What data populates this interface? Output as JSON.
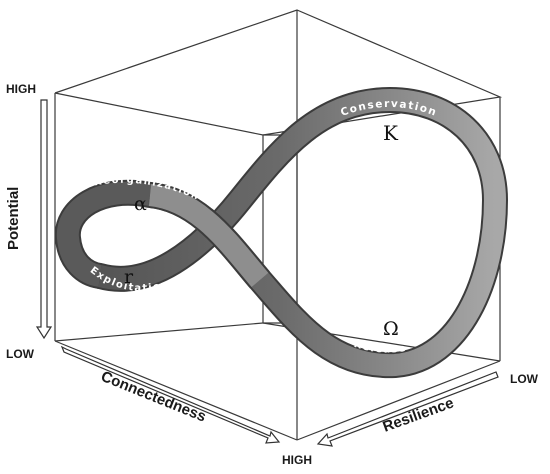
{
  "axes": {
    "potential": {
      "title": "Potential",
      "high": "HIGH",
      "low": "LOW"
    },
    "connectedness": {
      "title": "Connectedness",
      "high": "HIGH"
    },
    "resilience": {
      "title": "Resilience",
      "low": "LOW"
    }
  },
  "phases": {
    "conservation": {
      "label": "Conservation",
      "symbol": "K"
    },
    "release": {
      "label": "Release",
      "symbol": "Ω"
    },
    "reorganization": {
      "label": "Reorganization",
      "symbol": "α"
    },
    "exploitation": {
      "label": "Exploitation",
      "symbol": "r"
    }
  },
  "colors": {
    "band_dark": "#4a4a4a",
    "band_mid": "#7d7d7d",
    "band_light": "#a6a6a6",
    "box_lines": "#3a3a3a",
    "text": "#1a1a1a"
  }
}
